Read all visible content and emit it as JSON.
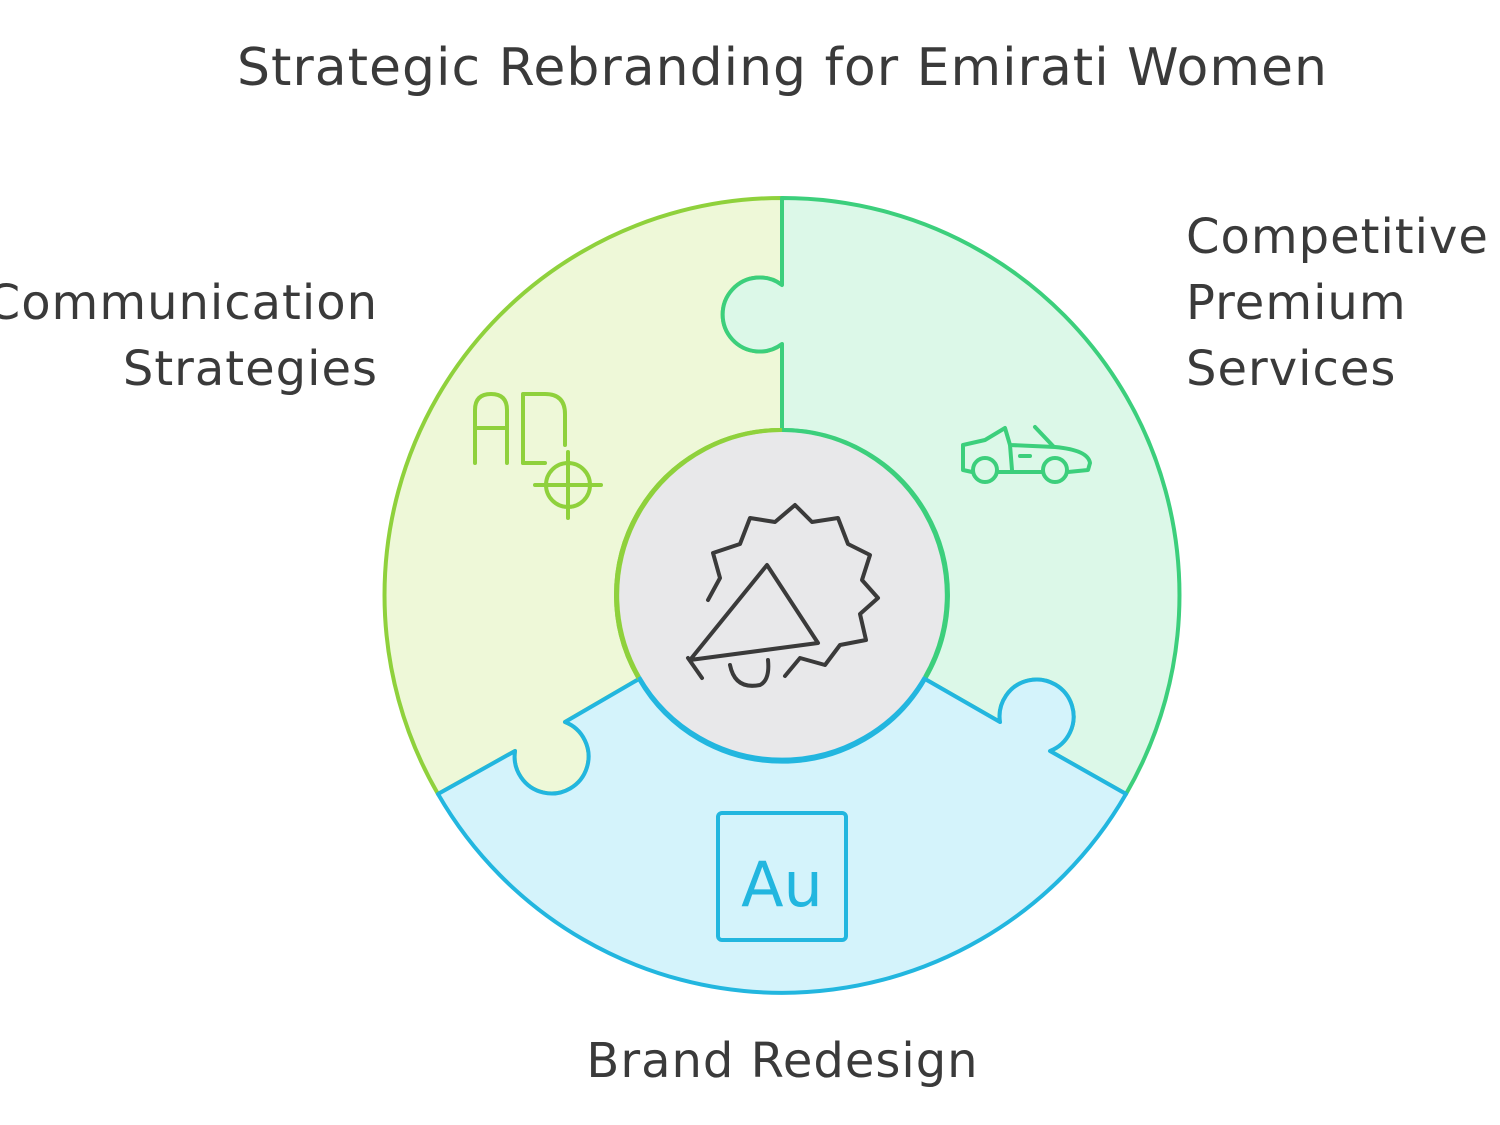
{
  "title": "Strategic Rebranding for Emirati Women",
  "segments": {
    "communication": {
      "lines": [
        "Communication",
        "Strategies"
      ],
      "icon": "ad-target-icon",
      "fill": "#eef8d8",
      "stroke": "#8fd13c"
    },
    "premium": {
      "lines": [
        "Competitive",
        "Premium",
        "Services"
      ],
      "icon": "convertible-car-icon",
      "fill": "#dcf8e8",
      "stroke": "#3ccf7c"
    },
    "brand": {
      "lines": [
        "Brand Redesign"
      ],
      "icon": "audition-icon",
      "icon_text": "Au",
      "fill": "#d4f3fb",
      "stroke": "#22b6df"
    }
  },
  "center": {
    "icon": "megaphone-badge-icon",
    "fill": "#e8e8ea"
  }
}
